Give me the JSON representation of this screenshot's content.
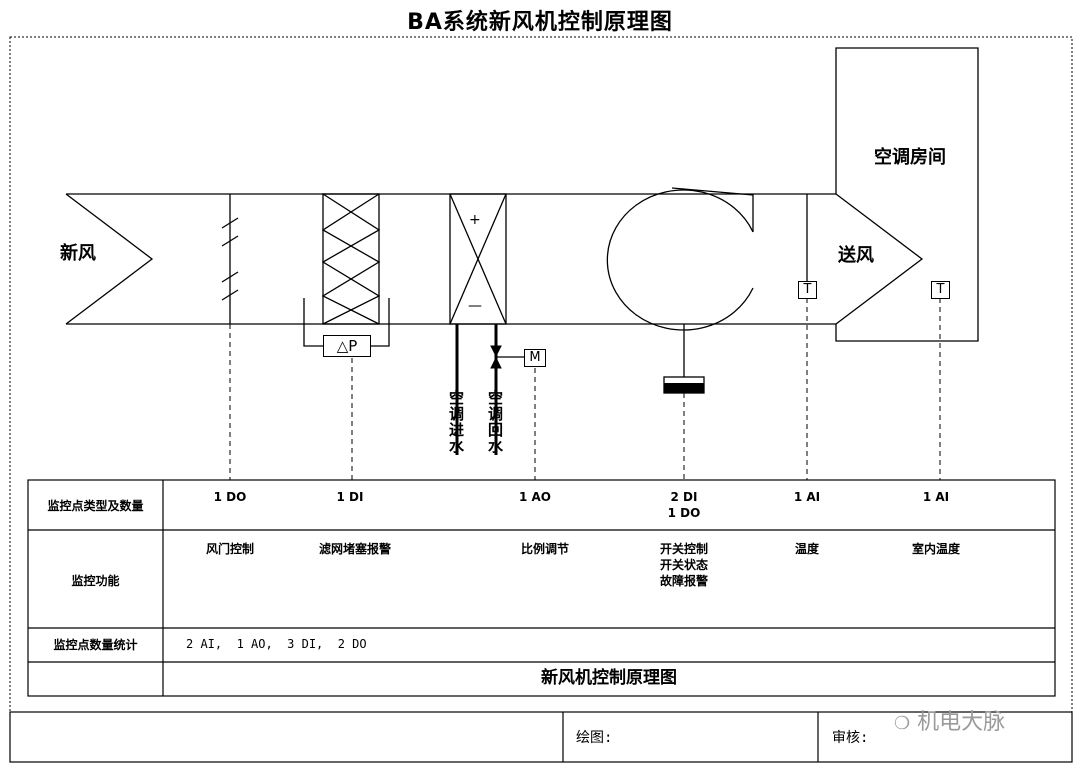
{
  "title": "BA系统新风机控制原理图",
  "duct": {
    "inlet_label": "新风",
    "outlet_label": "送风",
    "room_label": "空调房间"
  },
  "symbols": {
    "filter_dp": "△P",
    "coil_plus": "+",
    "coil_minus": "—",
    "valve_motor": "M",
    "temp_sensor": "T",
    "supply_water": "空调进水",
    "return_water": "空调回水"
  },
  "table": {
    "row1_header": "监控点类型及数量",
    "row2_header": "监控功能",
    "row3_header": "监控点数量统计",
    "points": [
      {
        "type": "1 DO",
        "function": "风门控制"
      },
      {
        "type": "1 DI",
        "function": "滤网堵塞报警"
      },
      {
        "type": "1 AO",
        "function": "比例调节"
      },
      {
        "type": "2 DI\n1 DO",
        "function": "开关控制\n开关状态\n故障报警"
      },
      {
        "type": "1 AI",
        "function": "温度"
      },
      {
        "type": "1 AI",
        "function": "室内温度"
      }
    ],
    "summary": "2 AI,  1 AO,  3 DI,  2 DO",
    "caption": "新风机控制原理图"
  },
  "footer": {
    "drawn_by": "绘图:",
    "checked_by": "审核:"
  },
  "watermark": "机电大脉"
}
